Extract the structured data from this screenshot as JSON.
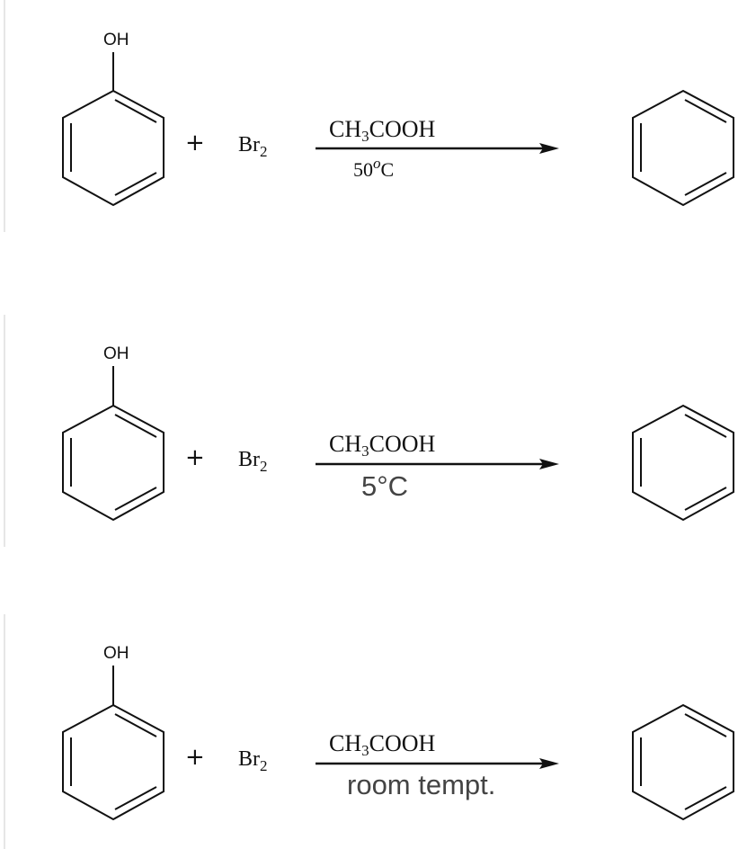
{
  "reactions": [
    {
      "substituent": "OH",
      "plus": "+",
      "reagent": {
        "base": "Br",
        "sub": "2"
      },
      "solvent": {
        "part1": "CH",
        "sub": "3",
        "part2": "COOH"
      },
      "condition": {
        "main": "50",
        "sup": "o",
        "end": "C",
        "style": "serif"
      }
    },
    {
      "substituent": "OH",
      "plus": "+",
      "reagent": {
        "base": "Br",
        "sub": "2"
      },
      "solvent": {
        "part1": "CH",
        "sub": "3",
        "part2": "COOH"
      },
      "condition": {
        "main": "5°C",
        "style": "sans"
      }
    },
    {
      "substituent": "OH",
      "plus": "+",
      "reagent": {
        "base": "Br",
        "sub": "2"
      },
      "solvent": {
        "part1": "CH",
        "sub": "3",
        "part2": "COOH"
      },
      "condition": {
        "main": "room tempt.",
        "style": "sans"
      }
    }
  ]
}
